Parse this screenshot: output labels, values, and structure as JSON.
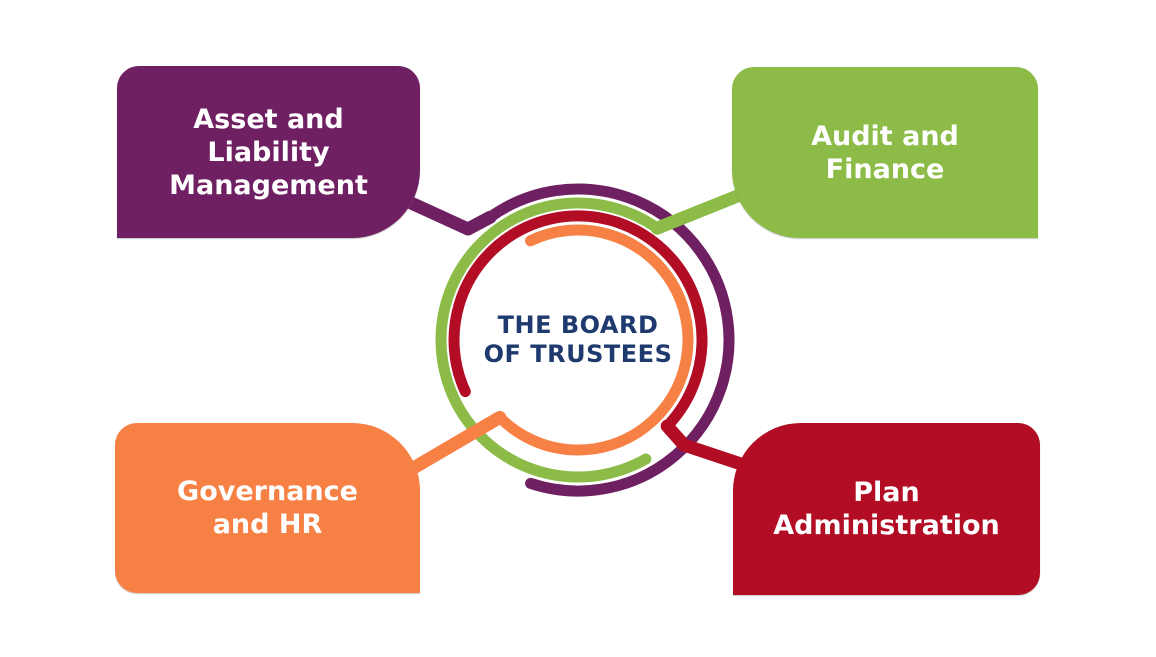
{
  "diagram": {
    "title": "Board of Trustees committee structure",
    "center": {
      "label": "THE BOARD\nOF TRUSTEES",
      "text_color": "#1F3A6E"
    },
    "nodes": [
      {
        "id": "asset-liability-management",
        "label": "Asset and\nLiability\nManagement",
        "color": "#6F2062",
        "position": "top-left"
      },
      {
        "id": "audit-finance",
        "label": "Audit and\nFinance",
        "color": "#8CBC47",
        "position": "top-right"
      },
      {
        "id": "governance-hr",
        "label": "Governance\nand HR",
        "color": "#F78145",
        "position": "bottom-left"
      },
      {
        "id": "plan-administration",
        "label": "Plan\nAdministration",
        "color": "#B20D24",
        "position": "bottom-right"
      }
    ],
    "background_color": "#FFFFFF"
  }
}
